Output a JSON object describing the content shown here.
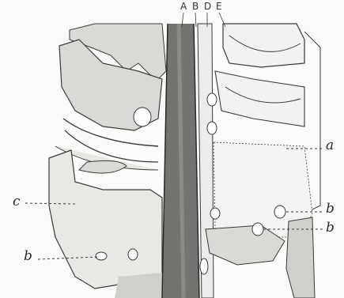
{
  "figure": {
    "top_labels": [
      "A",
      "B",
      "D",
      "E"
    ],
    "side_labels": {
      "left_c": "c",
      "left_b": "b",
      "right_a": "a",
      "right_b_upper": "b",
      "right_b_lower": "b"
    }
  },
  "colors": {
    "ink": "#3a3a3a",
    "shade": "#d9d9d6",
    "dark_band": "#5a5a58",
    "paper": "#fbfbf9"
  }
}
